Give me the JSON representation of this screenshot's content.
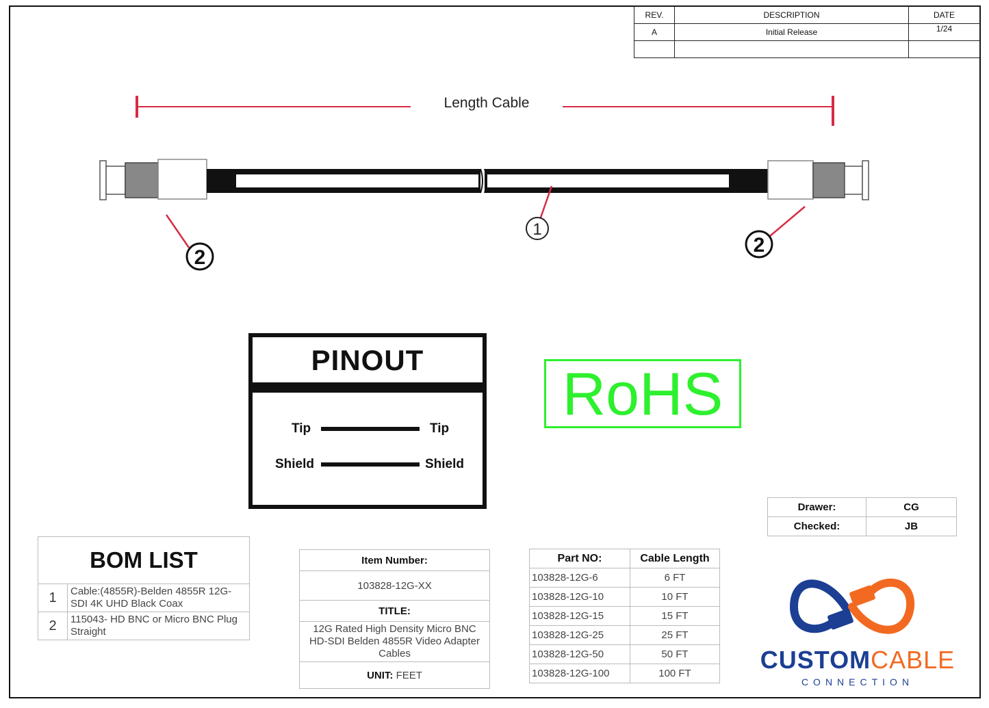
{
  "revision_block": {
    "headers": {
      "rev": "REV.",
      "description": "DESCRIPTION",
      "date": "DATE"
    },
    "rows": [
      {
        "rev": "A",
        "description": "Initial Release",
        "date": "1/24"
      }
    ]
  },
  "dimension": {
    "label": "Length Cable"
  },
  "callouts": {
    "cable": "1",
    "connector_left": "2",
    "connector_right": "2"
  },
  "pinout": {
    "title": "PINOUT",
    "rows": [
      {
        "left": "Tip",
        "right": "Tip"
      },
      {
        "left": "Shield",
        "right": "Shield"
      }
    ]
  },
  "rohs": {
    "label": "RoHS",
    "color": "#2ef02e"
  },
  "signoff": {
    "drawer_label": "Drawer:",
    "drawer_value": "CG",
    "checked_label": "Checked:",
    "checked_value": "JB"
  },
  "bom": {
    "title": "BOM LIST",
    "items": [
      {
        "num": "1",
        "desc": "Cable:(4855R)-Belden 4855R 12G-SDI 4K UHD Black Coax"
      },
      {
        "num": "2",
        "desc": "115043- HD BNC or Micro BNC Plug Straight"
      }
    ]
  },
  "item_info": {
    "item_number_label": "Item Number:",
    "item_number": "103828-12G-XX",
    "title_label": "TITLE:",
    "title": "12G Rated High Density Micro BNC HD-SDI Belden 4855R Video Adapter Cables",
    "unit_label": "UNIT:",
    "unit": "FEET"
  },
  "parts": {
    "headers": {
      "part": "Part NO:",
      "length": "Cable Length"
    },
    "rows": [
      {
        "part": "103828-12G-6",
        "length": "6 FT"
      },
      {
        "part": "103828-12G-10",
        "length": "10 FT"
      },
      {
        "part": "103828-12G-15",
        "length": "15 FT"
      },
      {
        "part": "103828-12G-25",
        "length": "25 FT"
      },
      {
        "part": "103828-12G-50",
        "length": "50 FT"
      },
      {
        "part": "103828-12G-100",
        "length": "100 FT"
      }
    ]
  },
  "logo": {
    "word1": "CUSTOM",
    "word2": "CABLE",
    "word3": "CONNECTION",
    "blue": "#1c3f94",
    "orange": "#f26a21"
  },
  "colors": {
    "dimension_line": "#d62b45",
    "callout_leader": "#d62b45"
  }
}
